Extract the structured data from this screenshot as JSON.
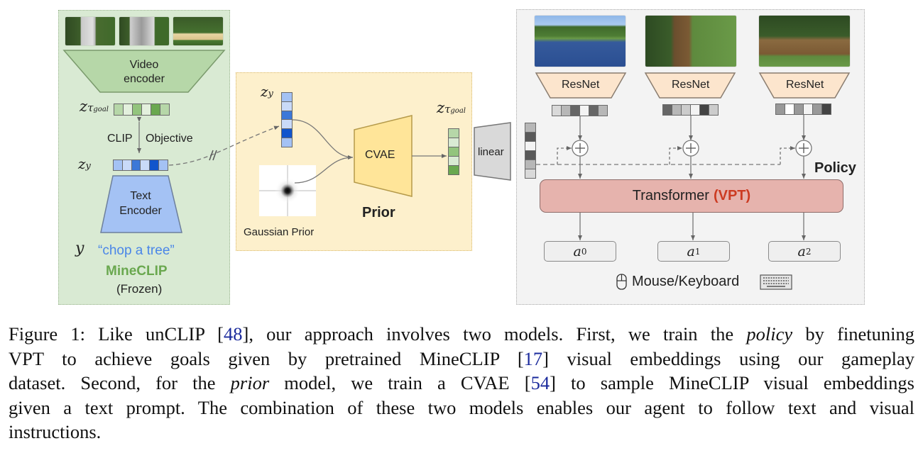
{
  "figure": {
    "minecl_panel": {
      "video_encoder_label_line1": "Video",
      "video_encoder_label_line2": "encoder",
      "z_goal_symbol": "z",
      "z_goal_subscript": "τ",
      "z_goal_subsubscript": "goal",
      "clip_objective_left": "CLIP",
      "clip_objective_right": "Objective",
      "z_y_symbol": "z",
      "z_y_subscript": "y",
      "text_encoder_line1": "Text",
      "text_encoder_line2": "Encoder",
      "y_symbol": "y",
      "prompt_text": "“chop a  tree”",
      "model_name": "MineCLIP",
      "model_status": "(Frozen)",
      "z_goal_vector_colors": [
        "#b6d7a8",
        "#e3f0dd",
        "#93c47d",
        "#e3f0dd",
        "#6aa84f",
        "#b6d7a8"
      ],
      "z_y_vector_colors": [
        "#a4c2f4",
        "#c9daf8",
        "#3c78d8",
        "#c9daf8",
        "#1155cc",
        "#a4c2f4"
      ],
      "thumbnails": [
        "birch-tree-frame-1",
        "birch-tree-frame-2",
        "crafting-table-frame"
      ]
    },
    "prior_panel": {
      "z_y_symbol": "z",
      "z_y_subscript": "y",
      "cvae_label": "CVAE",
      "gaussian_label": "Gaussian Prior",
      "prior_title": "Prior",
      "z_goal_symbol": "z",
      "z_goal_subscript": "τ",
      "z_goal_subsubscript": "goal",
      "input_vector_colors": [
        "#a4c2f4",
        "#c9daf8",
        "#3c78d8",
        "#c9daf8",
        "#1155cc",
        "#a4c2f4"
      ],
      "output_vector_colors": [
        "#b6d7a8",
        "#d9ead3",
        "#93c47d",
        "#d9ead3",
        "#6aa84f"
      ],
      "break_mark": "//"
    },
    "linear_label": "linear",
    "linear_vector_colors": [
      "#b7b7b7",
      "#595959",
      "#f3f3f3",
      "#595959",
      "#b7b7b7",
      "#d9d9d9"
    ],
    "policy_panel": {
      "resnet_labels": [
        "ResNet",
        "ResNet",
        "ResNet"
      ],
      "feature_vectors": [
        [
          "#d9d9d9",
          "#b7b7b7",
          "#666666",
          "#f3f3f3",
          "#666666",
          "#b7b7b7"
        ],
        [
          "#666666",
          "#b7b7b7",
          "#cccccc",
          "#f3f3f3",
          "#434343",
          "#cccccc"
        ],
        [
          "#999999",
          "#ffffff",
          "#999999",
          "#f3f3f3",
          "#999999",
          "#434343"
        ]
      ],
      "thumbnails": [
        "river-frame",
        "tree-trunk-frame",
        "log-block-frame"
      ],
      "policy_title": "Policy",
      "transformer_label": "Transformer",
      "transformer_tag": "(VPT)",
      "actions": [
        {
          "symbol": "a",
          "index": "0"
        },
        {
          "symbol": "a",
          "index": "1"
        },
        {
          "symbol": "a",
          "index": "2"
        }
      ],
      "io_label": "Mouse/Keyboard",
      "sum_symbol": "+"
    },
    "colors": {
      "minecl_bg": "#d9ead3",
      "prior_bg": "#fdf0cc",
      "policy_bg": "#f3f3f3",
      "video_encoder_fill": "#b6d7a8",
      "text_encoder_fill": "#a4c2f4",
      "cvae_fill": "#ffe599",
      "resnet_fill": "#fce5cd",
      "transformer_fill": "#e6b3ad",
      "vpt_accent": "#cc3b22",
      "prompt_color": "#4a86e8",
      "mineclip_color": "#6aa84f",
      "citation_color": "#1a2a9c"
    }
  },
  "caption": {
    "line1_a": "Figure 1: Like unCLIP [",
    "line1_ref": "48",
    "line1_b": "], our approach involves two models. First, we train the ",
    "line1_italic": "policy",
    "line1_c": " by finetuning",
    "line2_a": "VPT to achieve goals given by pretrained MineCLIP [",
    "line2_ref": "17",
    "line2_b": "] visual embeddings using our gameplay",
    "line3_a": "dataset. Second, for the ",
    "line3_italic": "prior",
    "line3_b": " model, we train a CVAE [",
    "line3_ref": "54",
    "line3_c": "] to sample MineCLIP visual embeddings",
    "line4": "given a text prompt. The combination of these two models enables our agent to follow text and visual",
    "line5": "instructions."
  }
}
